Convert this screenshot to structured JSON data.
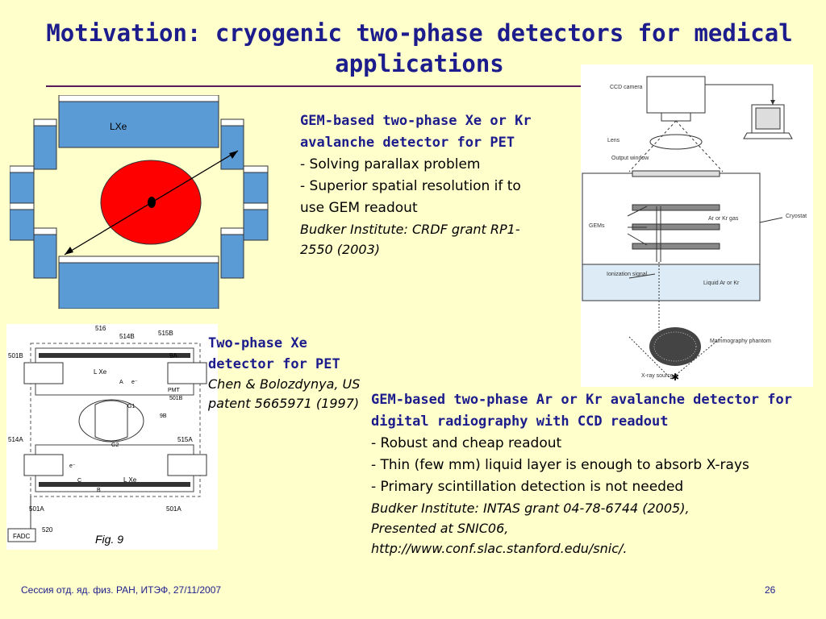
{
  "title": "Motivation: cryogenic two-phase detectors for medical applications",
  "pet_gem": {
    "heading": "GEM-based two-phase Xe or Kr avalanche detector for PET",
    "bullets": [
      "- Solving parallax problem",
      "- Superior spatial resolution if to use GEM readout"
    ],
    "citation": "Budker Institute: CRDF grant RP1-2550 (2003)"
  },
  "pet_xe": {
    "heading": "Two-phase Xe detector for PET",
    "citation": "Chen & Bolozdynya, US patent 5665971 (1997)"
  },
  "radiography": {
    "heading": "GEM-based two-phase Ar or Kr avalanche detector for digital radiography with CCD readout",
    "bullets": [
      "- Robust and cheap readout",
      "- Thin (few mm) liquid layer is enough to absorb X-rays",
      "- Primary scintillation detection is not needed"
    ],
    "citation": [
      "Budker Institute: INTAS grant 04-78-6744 (2005),",
      "Presented at  SNIC06,",
      "http://www.conf.slac.stanford.edu/snic/."
    ]
  },
  "diagram_pet": {
    "label": "LXe"
  },
  "diagram_patent": {
    "labels": [
      "516",
      "514B",
      "515B",
      "501B",
      "9A",
      "L Xe",
      "A",
      "e⁻",
      "PMT",
      "501B",
      "G1",
      "9B",
      "G2",
      "514A",
      "515A",
      "e⁻",
      "C",
      "B",
      "L Xe",
      "501A",
      "501A",
      "520",
      "FADC",
      "Fig. 9"
    ]
  },
  "diagram_ccd": {
    "labels": [
      "CCD camera",
      "Lens",
      "Output window",
      "GEMs",
      "Ar or Kr gas",
      "Cryostat",
      "Ionization signal",
      "Liquid Ar or Kr",
      "Mammography phantom",
      "X-ray source"
    ]
  },
  "footer": {
    "left": "Сессия отд. яд. физ. РАН, ИТЭФ, 27/11/2007",
    "page": "26"
  },
  "colors": {
    "title": "#1C1C8C",
    "background": "#FFFFCC",
    "detector_block": "#5B9BD5",
    "source": "#FF0000"
  }
}
